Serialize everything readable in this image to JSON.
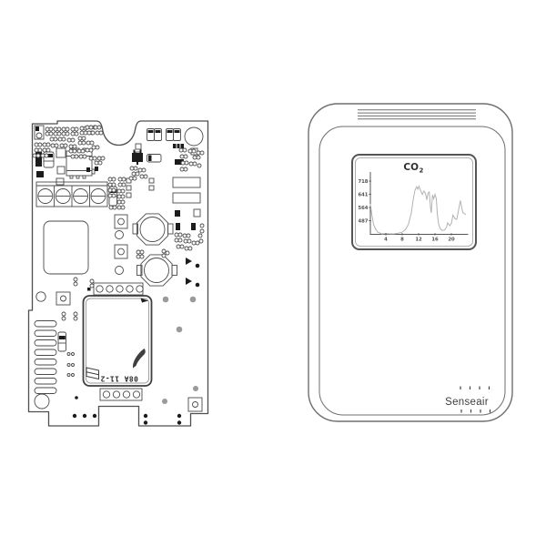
{
  "illustration": {
    "description_visible_text_only": "",
    "pcb": {
      "module_marking": "08A 11-2"
    },
    "device": {
      "brand": "Senseair",
      "display_title_main": "CO",
      "display_title_sub": "2"
    }
  },
  "chart_data": {
    "type": "line",
    "title": "CO2",
    "xlabel": "",
    "ylabel": "",
    "x": [
      0.2,
      0.6,
      1.0,
      1.5,
      2.0,
      3.0,
      4.0,
      5.0,
      6.0,
      7.0,
      8.0,
      8.8,
      9.5,
      10.2,
      10.7,
      11.1,
      11.5,
      11.8,
      12.1,
      12.5,
      12.9,
      13.3,
      13.7,
      14.0,
      14.3,
      14.6,
      14.9,
      15.1,
      15.4,
      15.7,
      16.0,
      16.3,
      16.6,
      16.9,
      17.3,
      17.8,
      18.3,
      18.8,
      19.1,
      19.6,
      20.0,
      20.4,
      20.9,
      21.3,
      21.7,
      22.0,
      22.2,
      22.5,
      22.8,
      23.2,
      23.5
    ],
    "values": [
      585,
      520,
      465,
      438,
      420,
      408,
      412,
      408,
      410,
      414,
      420,
      435,
      465,
      530,
      610,
      662,
      685,
      670,
      688,
      662,
      640,
      660,
      645,
      608,
      648,
      655,
      562,
      532,
      638,
      615,
      640,
      618,
      520,
      465,
      438,
      430,
      432,
      448,
      475,
      458,
      470,
      520,
      498,
      495,
      540,
      580,
      605,
      565,
      535,
      528,
      522
    ],
    "xticks": [
      4,
      8,
      12,
      16,
      20
    ],
    "yticks": [
      718,
      641,
      564,
      487
    ],
    "x_range": [
      0,
      24
    ],
    "ylim": [
      410,
      771
    ],
    "grid": false,
    "legend": false,
    "line_color": "#b2b2b2",
    "axis_color": "#555555"
  },
  "colors": {
    "background": "#ffffff",
    "pcb_line": "#4a4a4a",
    "device_line": "#6e6e6e",
    "fill_black": "#1c1c1c",
    "dot_gray": "#9a9a9a"
  }
}
